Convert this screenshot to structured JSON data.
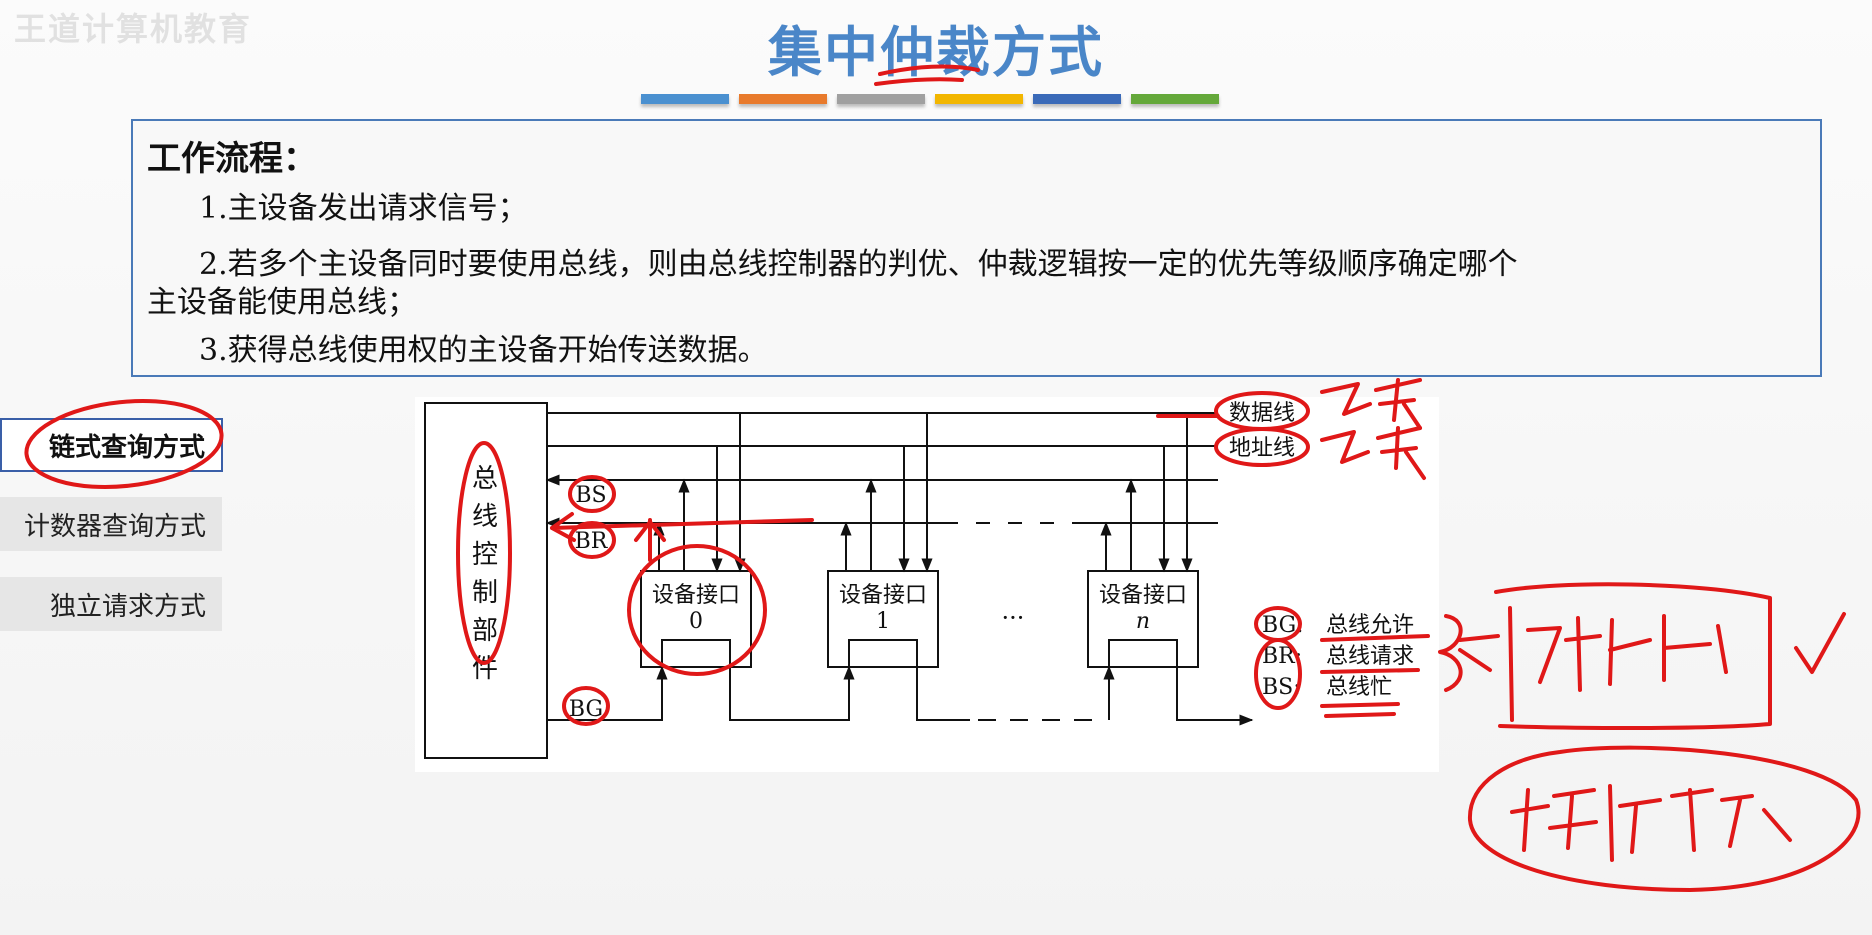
{
  "watermark": "王道计算机教育",
  "title": "集中仲裁方式",
  "accent_bars": [
    "#4a90d0",
    "#e87a2c",
    "#a0a0a0",
    "#f2b600",
    "#3a6ab8",
    "#64a83a"
  ],
  "workflow": {
    "heading": "工作流程：",
    "step1": "1.主设备发出请求信号；",
    "step2a": "2.若多个主设备同时要使用总线，则由总线控制器的判优、仲裁逻辑按一定的优先等级顺序确定哪个",
    "step2b": "主设备能使用总线；",
    "step3": "3.获得总线使用权的主设备开始传送数据。"
  },
  "side_nav": {
    "item1": "链式查询方式",
    "item2": "计数器查询方式",
    "item3": "独立请求方式"
  },
  "diagram": {
    "controller_label": [
      "总",
      "线",
      "控",
      "制",
      "部",
      "件"
    ],
    "device0": {
      "name": "设备接口",
      "index": "0"
    },
    "device1": {
      "name": "设备接口",
      "index": "1"
    },
    "devicen": {
      "name": "设备接口",
      "index": "n"
    },
    "ellipsis": "···",
    "line_data": "数据线",
    "line_addr": "地址线",
    "sig_bs": "BS",
    "sig_br": "BR",
    "sig_bg": "BG",
    "legend_bg": "BG:",
    "legend_bg_text": "总线允许",
    "legend_br": "BR:",
    "legend_br_text": "总线请求",
    "legend_bs": "BS:",
    "legend_bs_text": "总线忙"
  },
  "colors": {
    "title": "#4a86c8",
    "ink": "#e01818",
    "frame": "#4a7ab8"
  }
}
